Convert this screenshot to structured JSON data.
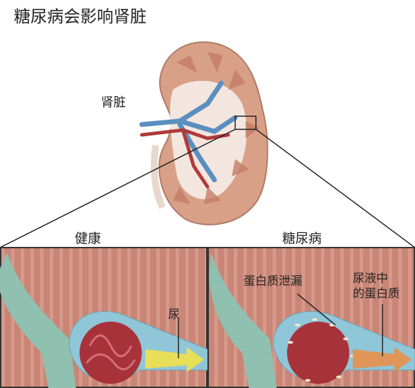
{
  "title": "糖尿病会影响肾脏",
  "kidney_label": "肾脏",
  "panels": {
    "healthy": {
      "label": "健康",
      "urine_label": "尿"
    },
    "diabetes": {
      "label": "糖尿病",
      "leak_label": "蛋白质泄漏",
      "protein_label_line1": "尿液中",
      "protein_label_line2": "的蛋白质"
    }
  },
  "colors": {
    "kidney": "#d9a088",
    "vein": "#5a8fc0",
    "artery": "#b03a3a",
    "tissue": "#c98576",
    "capsule": "#8fc6d8",
    "healthy_arrow": "#f2e04a",
    "protein_arrow": "#e8904a"
  }
}
